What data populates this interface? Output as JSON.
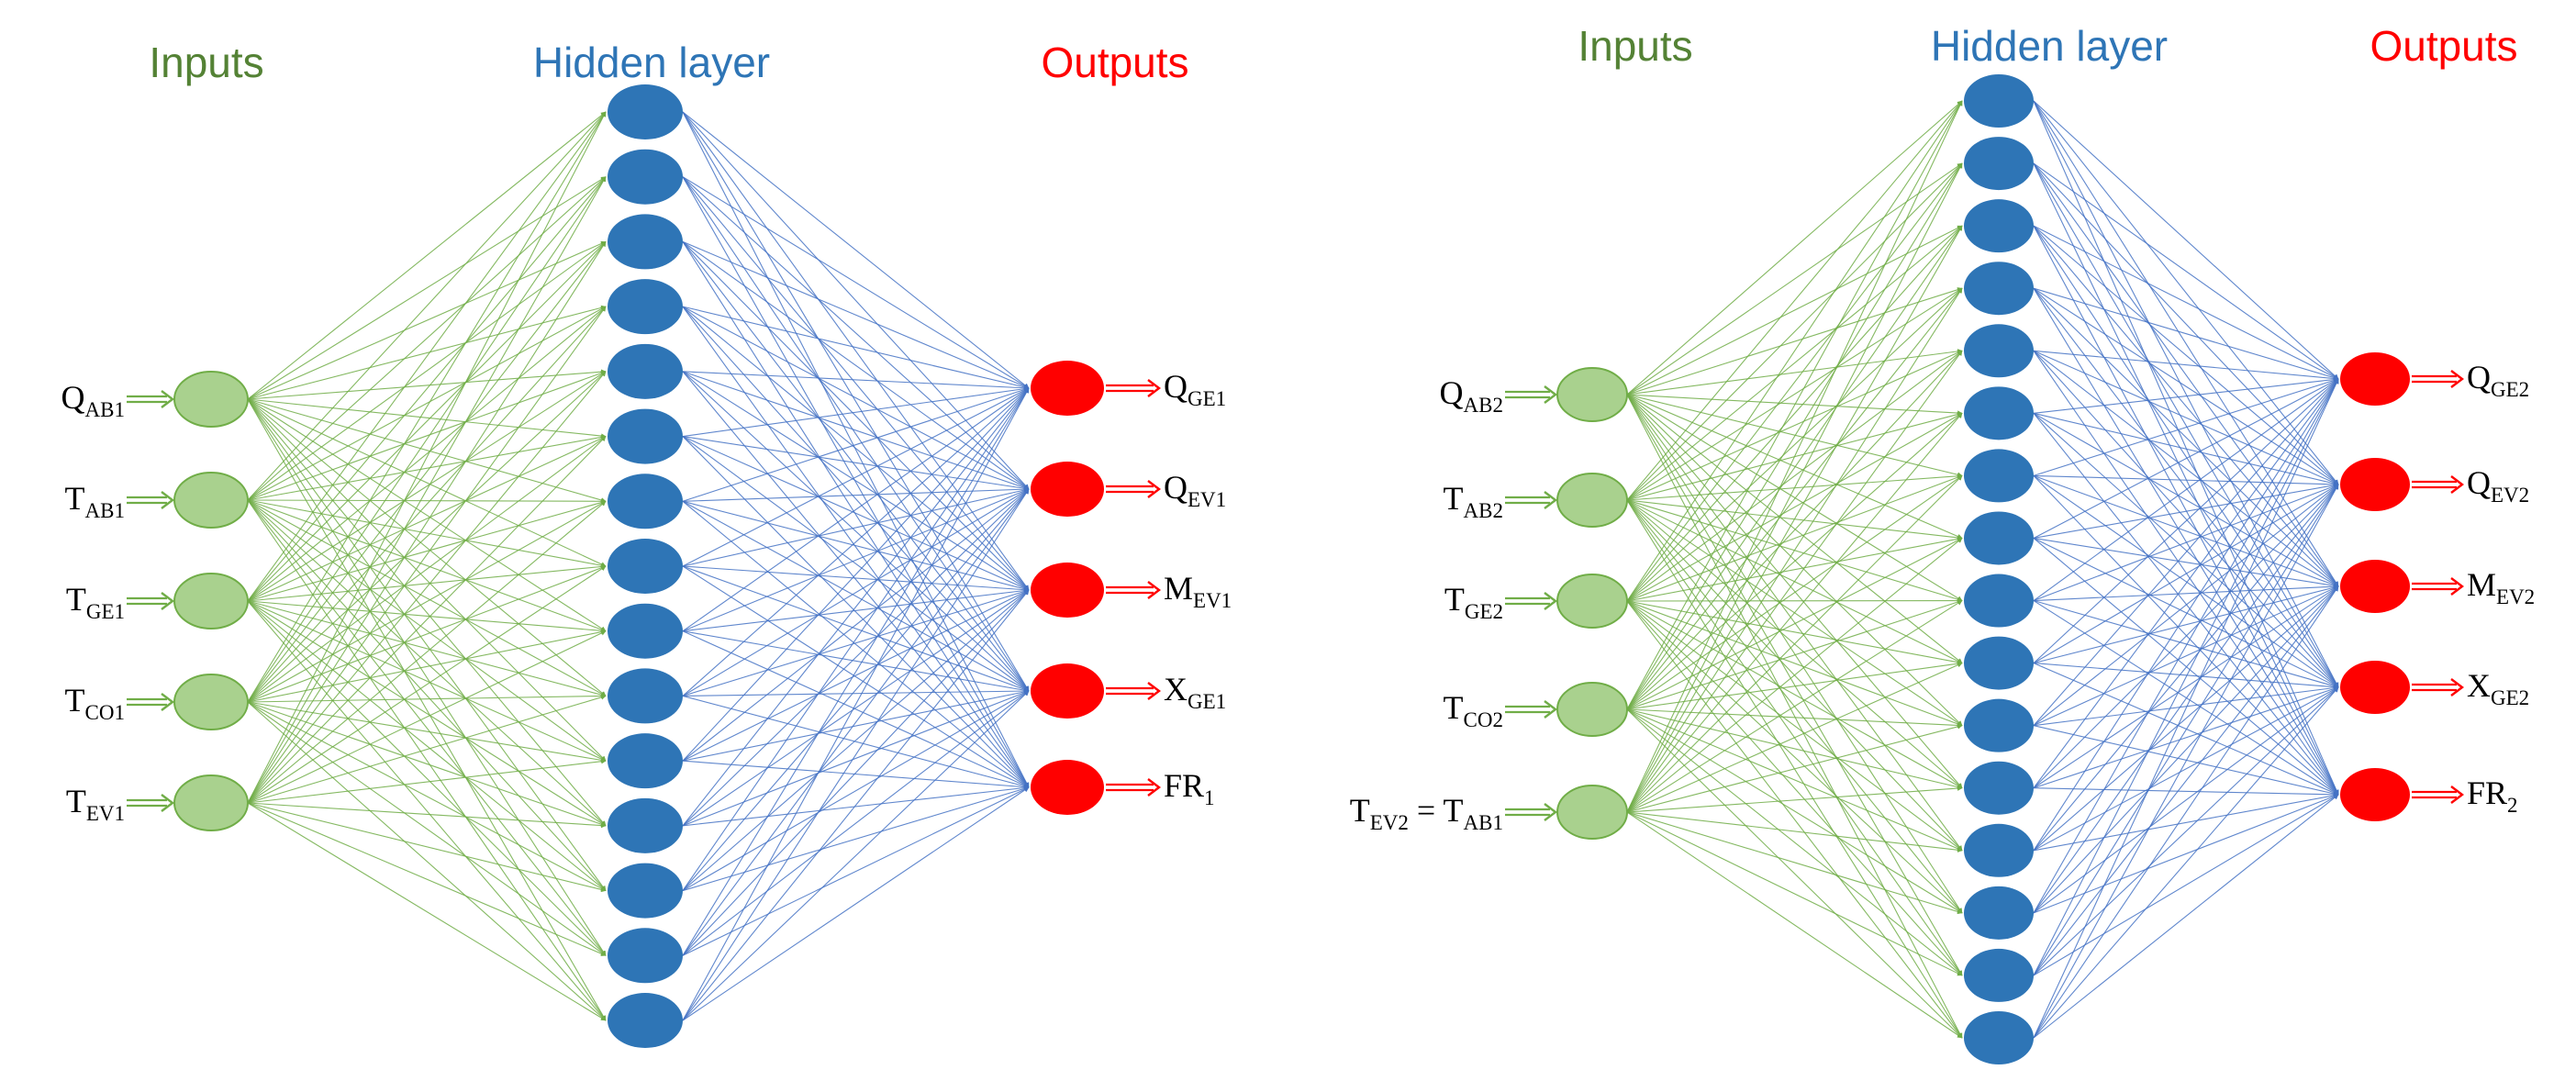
{
  "colors": {
    "input_fill": "#a9d18e",
    "input_stroke": "#70ad47",
    "hidden_fill": "#2e75b6",
    "output_fill": "#ff0000",
    "input_title": "#548235",
    "hidden_title": "#2e75b6",
    "output_title": "#ff0000",
    "input_link": "#70ad47",
    "output_link": "#4472c4",
    "input_arrow": "#70ad47",
    "output_arrow": "#ff0000"
  },
  "networks": [
    {
      "titles": {
        "inputs": "Inputs",
        "hidden": "Hidden layer",
        "outputs": "Outputs"
      },
      "hidden_count": 15,
      "inputs": [
        {
          "main": "Q",
          "sub": "AB1"
        },
        {
          "main": "T",
          "sub": "AB1"
        },
        {
          "main": "T",
          "sub": "GE1"
        },
        {
          "main": "T",
          "sub": "CO1"
        },
        {
          "main": "T",
          "sub": "EV1"
        }
      ],
      "outputs": [
        {
          "main": "Q",
          "sub": "GE1"
        },
        {
          "main": "Q",
          "sub": "EV1"
        },
        {
          "main": "M",
          "sub": "EV1"
        },
        {
          "main": "X",
          "sub": "GE1"
        },
        {
          "main": "FR",
          "sub": "1"
        }
      ]
    },
    {
      "titles": {
        "inputs": "Inputs",
        "hidden": "Hidden layer",
        "outputs": "Outputs"
      },
      "hidden_count": 16,
      "inputs": [
        {
          "main": "Q",
          "sub": "AB2"
        },
        {
          "main": "T",
          "sub": "AB2"
        },
        {
          "main": "T",
          "sub": "GE2"
        },
        {
          "main": "T",
          "sub": "CO2"
        },
        {
          "main": "T",
          "sub": "EV2",
          "suffix_main": " = T",
          "suffix_sub": "AB1"
        }
      ],
      "outputs": [
        {
          "main": "Q",
          "sub": "GE2"
        },
        {
          "main": "Q",
          "sub": "EV2"
        },
        {
          "main": "M",
          "sub": "EV2"
        },
        {
          "main": "X",
          "sub": "GE2"
        },
        {
          "main": "FR",
          "sub": "2"
        }
      ]
    }
  ]
}
